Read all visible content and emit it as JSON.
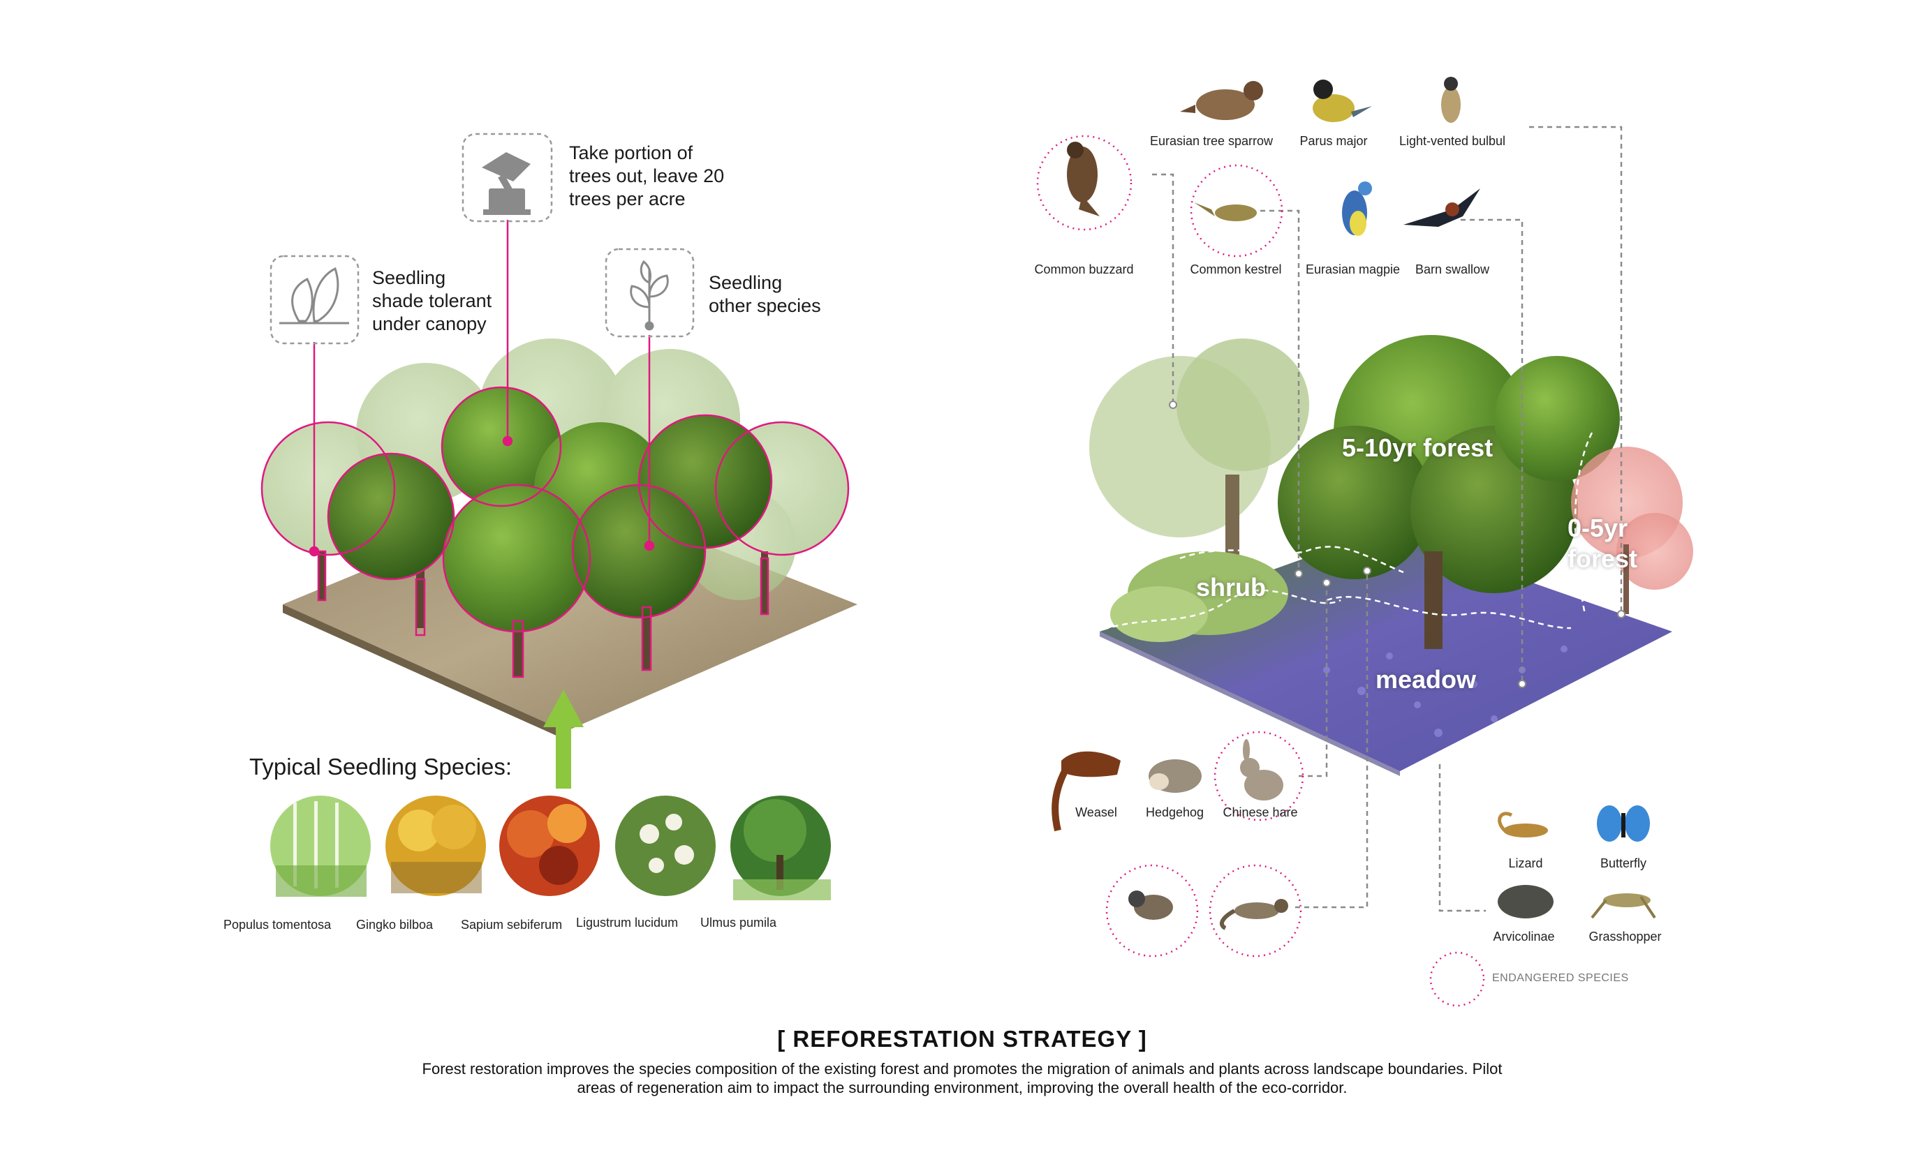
{
  "colors": {
    "accent": "#e0187f",
    "arrow": "#8dc63f",
    "dashed": "#888888",
    "legend_text": "#777777"
  },
  "left_panel": {
    "notes": [
      {
        "id": "seedling-shade",
        "icon": "leaves-icon",
        "text": "Seedling\nshade tolerant\nunder canopy"
      },
      {
        "id": "take-portion",
        "icon": "axe-stump-icon",
        "text": "Take portion of\ntrees out, leave 20\ntrees per acre"
      },
      {
        "id": "seedling-other",
        "icon": "sprout-icon",
        "text": "Seedling\nother species"
      }
    ],
    "seedling_heading": "Typical Seedling Species:",
    "seedling_species": [
      "Populus tomentosa",
      "Gingko bilboa",
      "Sapium sebiferum",
      "Ligustrum lucidum",
      "Ulmus pumila"
    ]
  },
  "right_panel": {
    "zones": {
      "forest_mid": "5-10yr forest",
      "forest_young": "0-5yr\nforest",
      "shrub": "shrub",
      "meadow": "meadow"
    },
    "birds": [
      "Eurasian tree sparrow",
      "Parus major",
      "Light-vented bulbul",
      "Common buzzard",
      "Common kestrel",
      "Eurasian magpie",
      "Barn swallow"
    ],
    "mammals": [
      "Weasel",
      "Hedgehog",
      "Chinese hare"
    ],
    "small_animals": [
      "Lizard",
      "Butterfly",
      "Arvicolinae",
      "Grasshopper"
    ],
    "legend": "ENDANGERED SPECIES"
  },
  "footer": {
    "title": "[ REFORESTATION STRATEGY ]",
    "description": "Forest restoration improves the species composition of the existing forest and promotes the migration of animals and plants across landscape boundaries. Pilot areas of regeneration aim to impact the surrounding environment, improving the overall health of the eco-corridor."
  }
}
